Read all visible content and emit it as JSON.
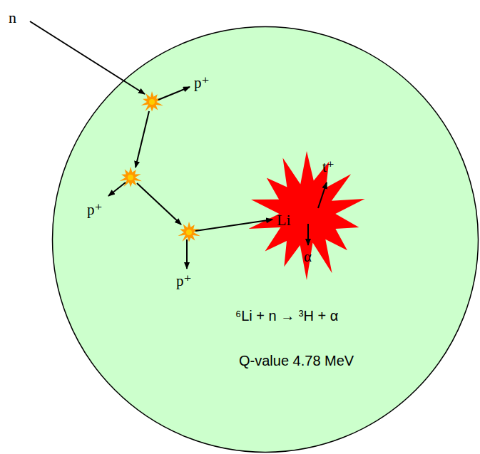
{
  "diagram": {
    "nodes": [
      {
        "text": [
          "⁶Li + n → ³H + α",
          "Q-value 4.78 MeV"
        ]
      },
      {
        "text": [
          "Li"
        ],
        "in": 0
      }
    ],
    "labels": [
      "n",
      "p⁺",
      "p⁺",
      "p⁺",
      "t⁺",
      "α"
    ]
  }
}
